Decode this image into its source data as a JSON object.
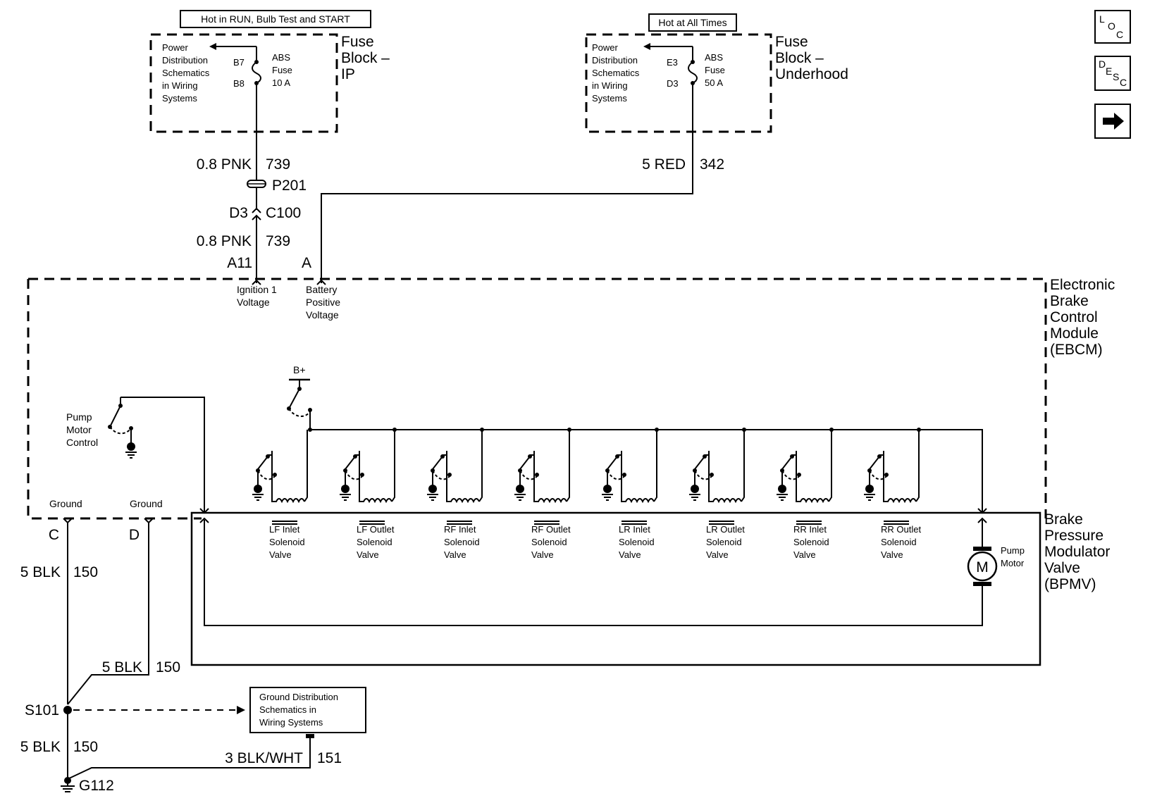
{
  "nav": {
    "loc": {
      "l1": "L",
      "l2": "O",
      "l3": "C"
    },
    "desc": {
      "l1": "D",
      "l2": "E",
      "l3": "S",
      "l4": "C"
    }
  },
  "fuse_ip": {
    "header": "Hot in RUN, Bulb Test and START",
    "block_label": [
      "Fuse",
      "Block –",
      "IP"
    ],
    "power_ref": [
      "Power",
      "Distribution",
      "Schematics",
      "in Wiring",
      "Systems"
    ],
    "pin_top": "B7",
    "pin_bottom": "B8",
    "fuse": [
      "ABS",
      "Fuse",
      "10 A"
    ]
  },
  "fuse_uh": {
    "header": "Hot at All Times",
    "block_label": [
      "Fuse",
      "Block –",
      "Underhood"
    ],
    "power_ref": [
      "Power",
      "Distribution",
      "Schematics",
      "in Wiring",
      "Systems"
    ],
    "pin_top": "E3",
    "pin_bottom": "D3",
    "fuse": [
      "ABS",
      "Fuse",
      "50 A"
    ]
  },
  "wires": {
    "ign_upper": {
      "gauge": "0.8 PNK",
      "circuit": "739"
    },
    "ign_lower": {
      "gauge": "0.8 PNK",
      "circuit": "739"
    },
    "batt": {
      "gauge": "5 RED",
      "circuit": "342"
    },
    "gnd_c": {
      "gauge": "5 BLK",
      "circuit": "150"
    },
    "gnd_d": {
      "gauge": "5 BLK",
      "circuit": "150"
    },
    "gnd_s101": {
      "gauge": "5 BLK",
      "circuit": "150"
    },
    "gnd_151": {
      "gauge": "3 BLK/WHT",
      "circuit": "151"
    }
  },
  "connectors": {
    "p201": "P201",
    "c100_pin": "D3",
    "c100": "C100",
    "a11": "A11",
    "a": "A",
    "c": "C",
    "d": "D"
  },
  "ebcm": {
    "label": [
      "Electronic",
      "Brake",
      "Control",
      "Module",
      "(EBCM)"
    ],
    "ign_input": [
      "Ignition 1",
      "Voltage"
    ],
    "batt_input": [
      "Battery",
      "Positive",
      "Voltage"
    ],
    "pump_control": [
      "Pump",
      "Motor",
      "Control"
    ],
    "bplus": "B+",
    "ground_c": "Ground",
    "ground_d": "Ground"
  },
  "bpmv": {
    "label": [
      "Brake",
      "Pressure",
      "Modulator",
      "Valve",
      "(BPMV)"
    ],
    "valves": [
      [
        "LF Inlet",
        "Solenoid",
        "Valve"
      ],
      [
        "LF Outlet",
        "Solenoid",
        "Valve"
      ],
      [
        "RF Inlet",
        "Solenoid",
        "Valve"
      ],
      [
        "RF Outlet",
        "Solenoid",
        "Valve"
      ],
      [
        "LR Inlet",
        "Solenoid",
        "Valve"
      ],
      [
        "LR Outlet",
        "Solenoid",
        "Valve"
      ],
      [
        "RR Inlet",
        "Solenoid",
        "Valve"
      ],
      [
        "RR Outlet",
        "Solenoid",
        "Valve"
      ]
    ],
    "pump_motor": [
      "Pump",
      "Motor"
    ],
    "motor_symbol": "M"
  },
  "grounds": {
    "splice": "S101",
    "ground": "G112",
    "ground_ref": [
      "Ground Distribution",
      "Schematics in",
      "Wiring Systems"
    ]
  }
}
